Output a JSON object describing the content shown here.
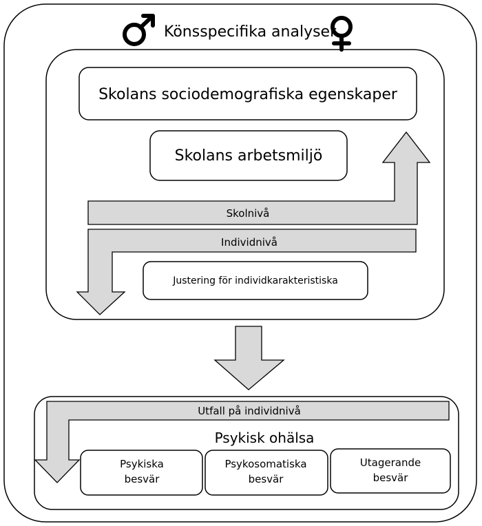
{
  "title": "Könsspecifika analyser",
  "symbols": {
    "male": "male-symbol-icon",
    "female": "female-symbol-icon"
  },
  "colors": {
    "arrow_fill": "#d9d9d9",
    "stroke": "#000000",
    "background": "#ffffff"
  },
  "school_level": {
    "box_socio": "Skolans sociodemografiska egenskaper",
    "box_work": "Skolans arbetsmiljö",
    "arrow_school": "Skolnivå",
    "arrow_individual": "Individnivå",
    "box_adjust": "Justering för individkarakteristiska"
  },
  "outcome": {
    "arrow_label": "Utfall på individnivå",
    "heading": "Psykisk ohälsa",
    "boxes": [
      [
        "Psykiska",
        "besvär"
      ],
      [
        "Psykosomatiska",
        "besvär"
      ],
      [
        "Utagerande",
        "besvär"
      ]
    ]
  }
}
